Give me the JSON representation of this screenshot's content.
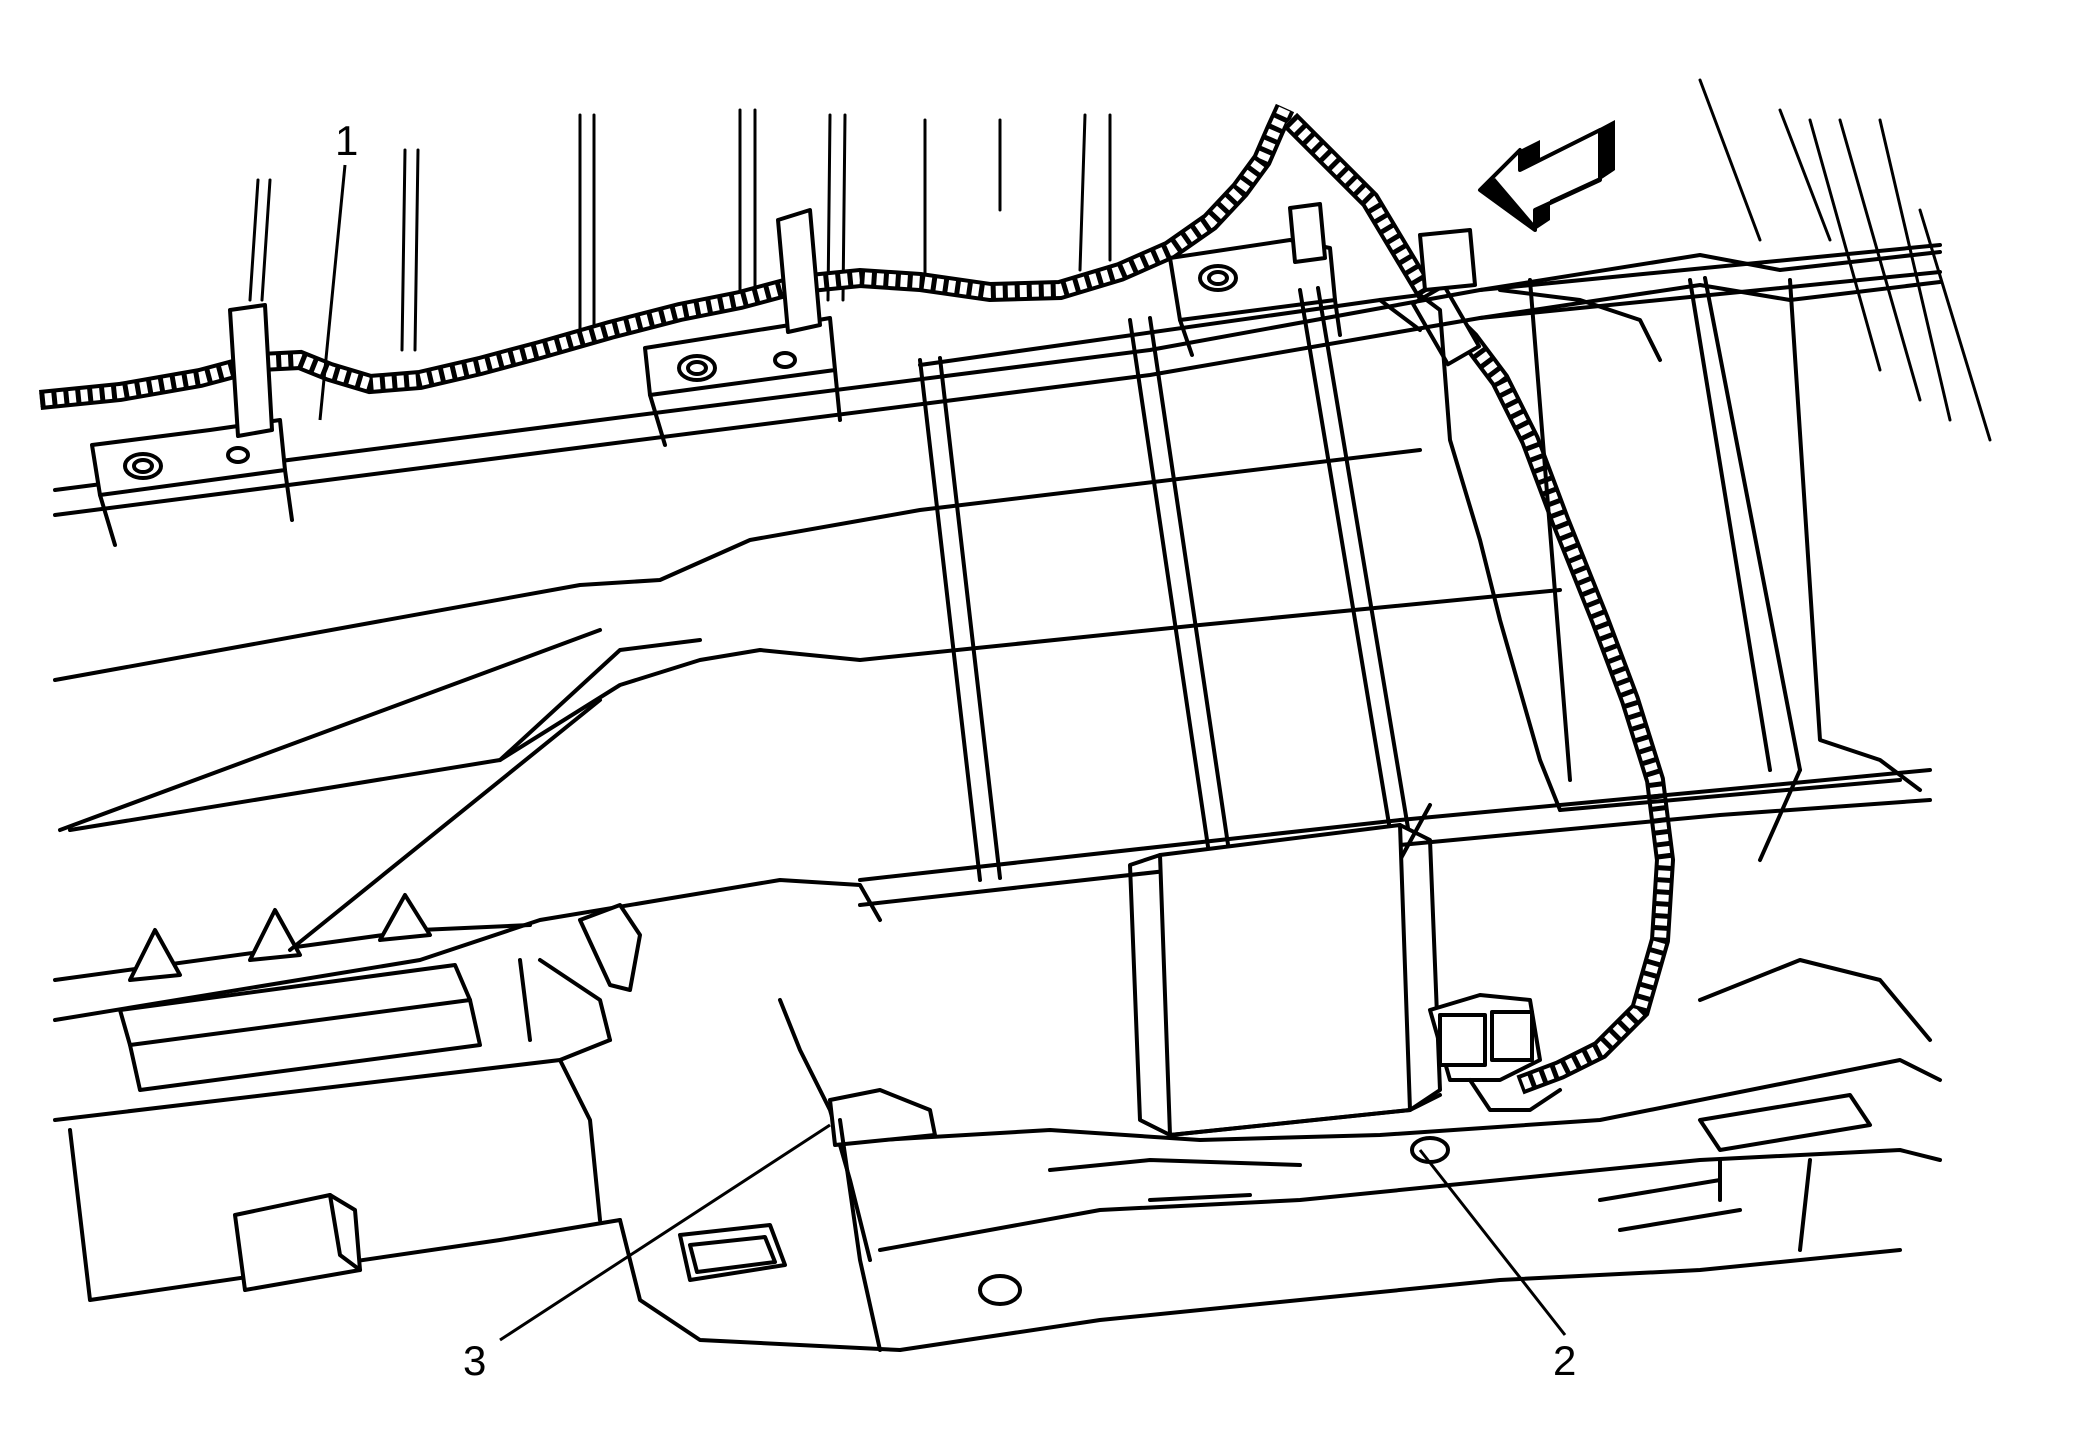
{
  "callouts": [
    {
      "id": "1",
      "label": "1"
    },
    {
      "id": "2",
      "label": "2"
    },
    {
      "id": "3",
      "label": "3"
    }
  ],
  "icons": {
    "direction_arrow": "forward-direction-arrow-icon"
  },
  "colors": {
    "line": "#000000",
    "background": "#ffffff"
  }
}
